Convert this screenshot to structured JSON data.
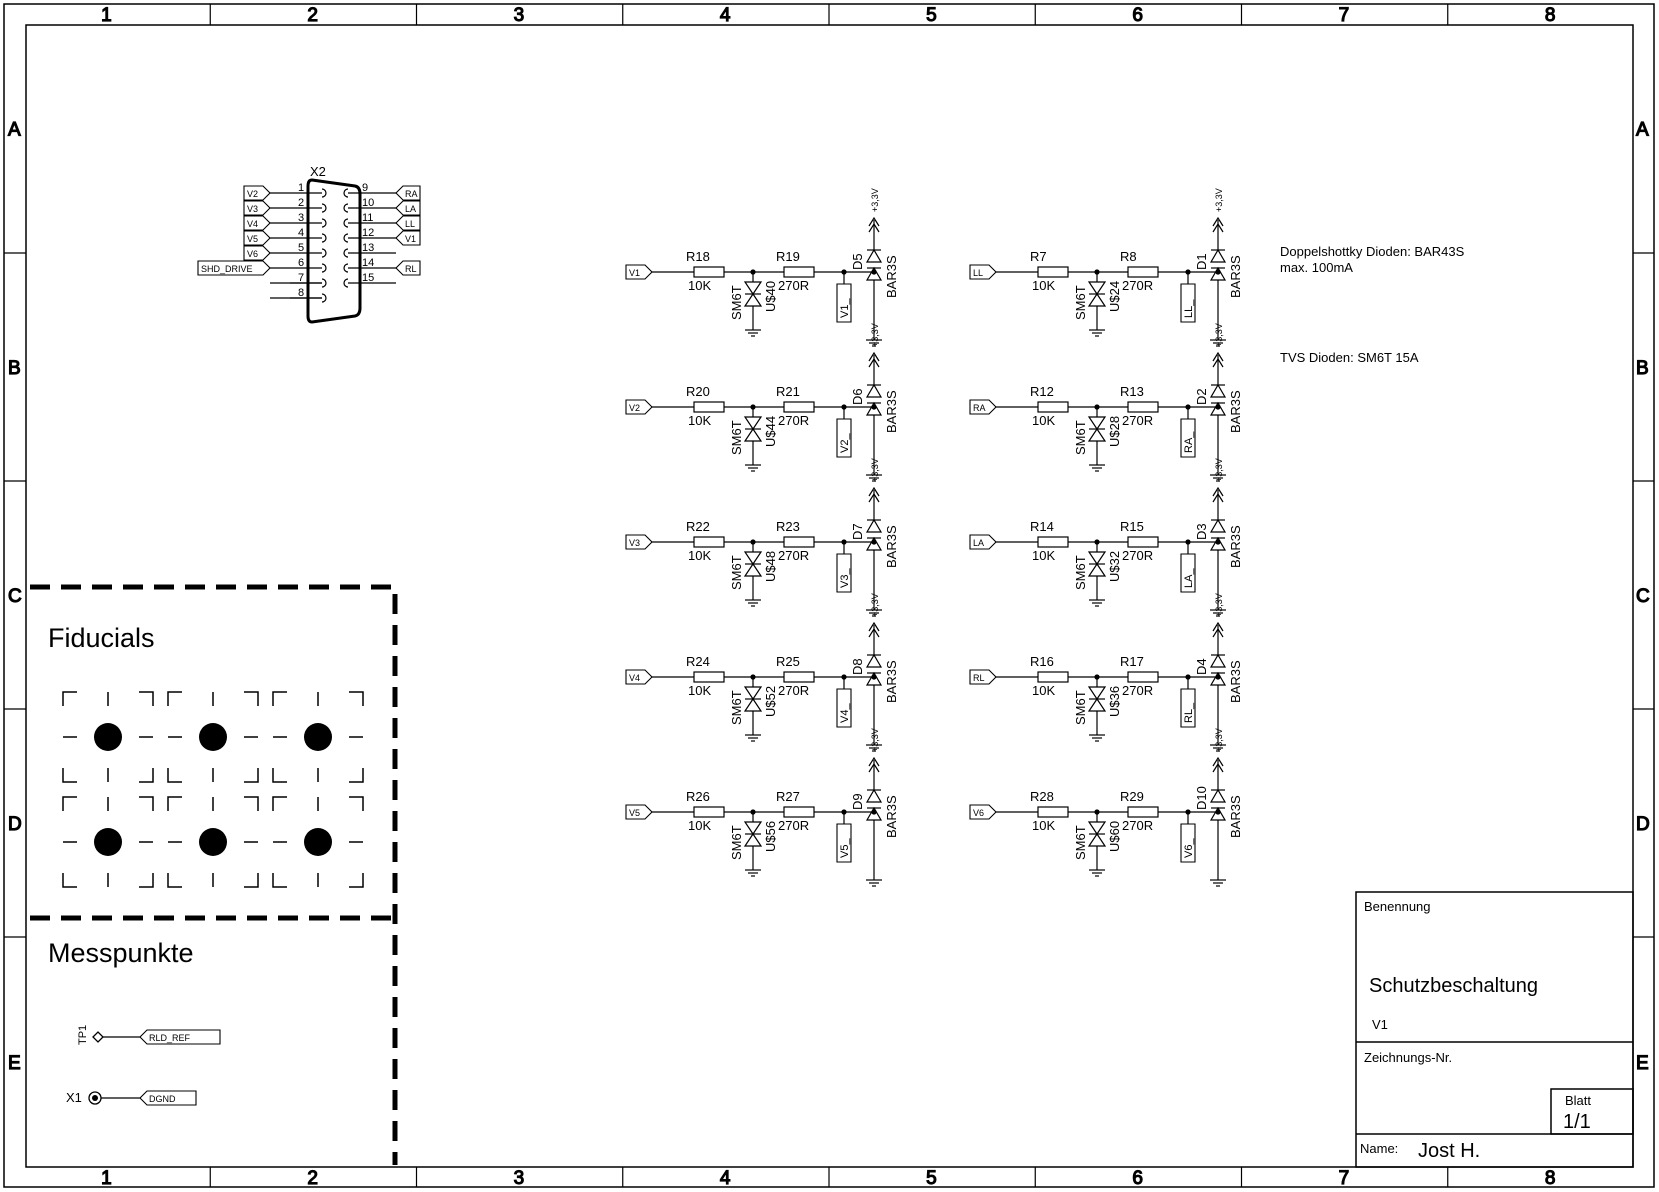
{
  "frame": {
    "columns": [
      "1",
      "2",
      "3",
      "4",
      "5",
      "6",
      "7",
      "8"
    ],
    "rows": [
      "A",
      "B",
      "C",
      "D",
      "E"
    ]
  },
  "connector": {
    "ref": "X2",
    "left_pins": [
      {
        "pin": "1",
        "net": "V2"
      },
      {
        "pin": "2",
        "net": "V3"
      },
      {
        "pin": "3",
        "net": "V4"
      },
      {
        "pin": "4",
        "net": "V5"
      },
      {
        "pin": "5",
        "net": "V6"
      },
      {
        "pin": "6",
        "net": "SHD_DRIVE"
      },
      {
        "pin": "7",
        "net": ""
      },
      {
        "pin": "8",
        "net": ""
      }
    ],
    "right_pins": [
      {
        "pin": "9",
        "net": "RA"
      },
      {
        "pin": "10",
        "net": "LA"
      },
      {
        "pin": "11",
        "net": "LL"
      },
      {
        "pin": "12",
        "net": "V1"
      },
      {
        "pin": "13",
        "net": ""
      },
      {
        "pin": "14",
        "net": "RL"
      },
      {
        "pin": "15",
        "net": ""
      }
    ]
  },
  "protection_channels": [
    {
      "in": "V1",
      "r1": "R18",
      "r1v": "10K",
      "r2": "R19",
      "r2v": "270R",
      "tvs": "U$40",
      "tvs_type": "SM6T",
      "diode": "D5",
      "diode_type": "BAR3S",
      "out": "V1_",
      "supply": "+3,3V"
    },
    {
      "in": "V2",
      "r1": "R20",
      "r1v": "10K",
      "r2": "R21",
      "r2v": "270R",
      "tvs": "U$44",
      "tvs_type": "SM6T",
      "diode": "D6",
      "diode_type": "BAR3S",
      "out": "V2_",
      "supply": "+3,3V"
    },
    {
      "in": "V3",
      "r1": "R22",
      "r1v": "10K",
      "r2": "R23",
      "r2v": "270R",
      "tvs": "U$48",
      "tvs_type": "SM6T",
      "diode": "D7",
      "diode_type": "BAR3S",
      "out": "V3_",
      "supply": "+3,3V"
    },
    {
      "in": "V4",
      "r1": "R24",
      "r1v": "10K",
      "r2": "R25",
      "r2v": "270R",
      "tvs": "U$52",
      "tvs_type": "SM6T",
      "diode": "D8",
      "diode_type": "BAR3S",
      "out": "V4_",
      "supply": "+3,3V"
    },
    {
      "in": "V5",
      "r1": "R26",
      "r1v": "10K",
      "r2": "R27",
      "r2v": "270R",
      "tvs": "U$56",
      "tvs_type": "SM6T",
      "diode": "D9",
      "diode_type": "BAR3S",
      "out": "V5_",
      "supply": "+3,3V"
    },
    {
      "in": "LL",
      "r1": "R7",
      "r1v": "10K",
      "r2": "R8",
      "r2v": "270R",
      "tvs": "U$24",
      "tvs_type": "SM6T",
      "diode": "D1",
      "diode_type": "BAR3S",
      "out": "LL_",
      "supply": "+3,3V"
    },
    {
      "in": "RA",
      "r1": "R12",
      "r1v": "10K",
      "r2": "R13",
      "r2v": "270R",
      "tvs": "U$28",
      "tvs_type": "SM6T",
      "diode": "D2",
      "diode_type": "BAR3S",
      "out": "RA_",
      "supply": "+3,3V"
    },
    {
      "in": "LA",
      "r1": "R14",
      "r1v": "10K",
      "r2": "R15",
      "r2v": "270R",
      "tvs": "U$32",
      "tvs_type": "SM6T",
      "diode": "D3",
      "diode_type": "BAR3S",
      "out": "LA_",
      "supply": "+3,3V"
    },
    {
      "in": "RL",
      "r1": "R16",
      "r1v": "10K",
      "r2": "R17",
      "r2v": "270R",
      "tvs": "U$36",
      "tvs_type": "SM6T",
      "diode": "D4",
      "diode_type": "BAR3S",
      "out": "RL_",
      "supply": "+3,3V"
    },
    {
      "in": "V6",
      "r1": "R28",
      "r1v": "10K",
      "r2": "R29",
      "r2v": "270R",
      "tvs": "U$60",
      "tvs_type": "SM6T",
      "diode": "D10",
      "diode_type": "BAR3S",
      "out": "V6_",
      "supply": "+3,3V"
    }
  ],
  "notes": {
    "schottky_line1": "Doppelshottky Dioden: BAR43S",
    "schottky_line2": "max. 100mA",
    "tvs": "TVS Dioden: SM6T 15A"
  },
  "fiducials": {
    "title": "Fiducials"
  },
  "testpoints": {
    "title": "Messpunkte",
    "tp1_ref": "TP1",
    "tp1_net": "RLD_REF",
    "x1_ref": "X1",
    "x1_net": "DGND"
  },
  "title_block": {
    "benennung_label": "Benennung",
    "title": "Schutzbeschaltung",
    "version": "V1",
    "zeichnung_label": "Zeichnungs-Nr.",
    "blatt_label": "Blatt",
    "blatt_value": "1/1",
    "name_label": "Name:",
    "name_value": "Jost H."
  }
}
